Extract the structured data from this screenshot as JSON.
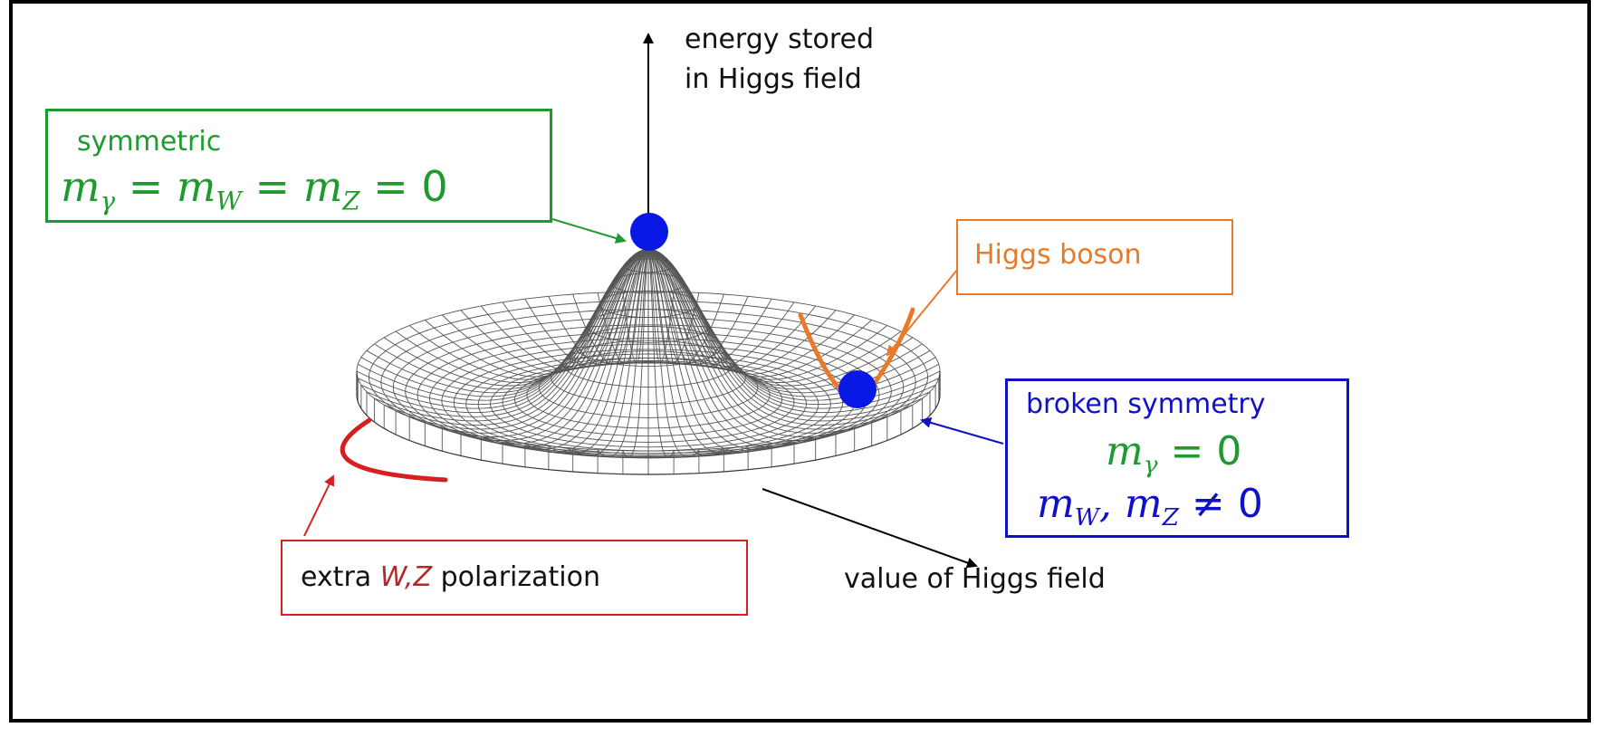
{
  "colors": {
    "green": "#1e9a2e",
    "blue": "#1010c8",
    "orange": "#e87a2a",
    "red": "#d42020",
    "wine": "#b02a2a",
    "ball": "#0a18e6",
    "frame": "#000000"
  },
  "axis": {
    "vertical_label_line1": "energy stored",
    "vertical_label_line2": "in Higgs field",
    "horizontal_label": "value of Higgs field"
  },
  "symmetric_box": {
    "title": "symmetric",
    "eq": {
      "m": "m",
      "sub_gamma": "γ",
      "eq_sign": "=",
      "sub_w": "W",
      "sub_z": "Z",
      "zero": "0"
    }
  },
  "higgs_box": {
    "label": "Higgs boson"
  },
  "broken_box": {
    "title": "broken symmetry",
    "eq1": {
      "m": "m",
      "sub_gamma": "γ",
      "eq_sign": "=",
      "zero": "0"
    },
    "eq2": {
      "m": "m",
      "sub_w": "W",
      "comma": ",",
      "sub_z": "Z",
      "neq": "≠",
      "zero": "0"
    }
  },
  "polar_box": {
    "prefix": "extra",
    "wz": "W,Z",
    "suffix": "polarization"
  }
}
